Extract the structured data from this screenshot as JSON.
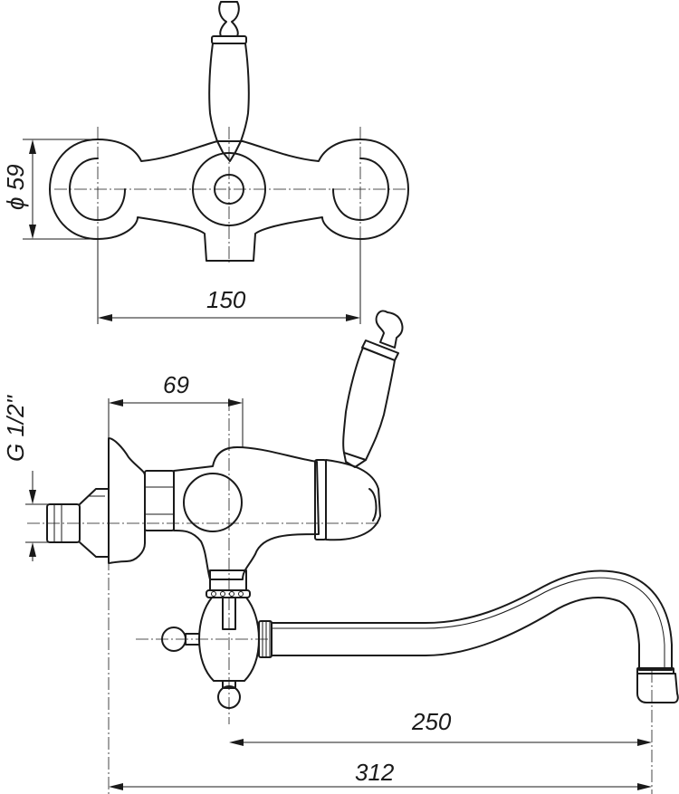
{
  "dimensions": {
    "diameter": "ϕ 59",
    "width_top": "150",
    "thread": "G 1/2\"",
    "offset": "69",
    "spout_reach": "250",
    "overall_length": "312"
  }
}
